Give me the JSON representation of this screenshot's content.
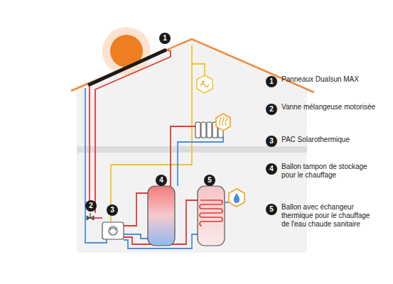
{
  "diagram": {
    "nodes": [
      {
        "text": [
          "1"
        ]
      },
      {
        "text": [
          "2"
        ]
      },
      {
        "text": [
          "3"
        ]
      },
      {
        "text": [
          "4"
        ]
      },
      {
        "text": [
          "5"
        ]
      },
      {
        "text": [
          "1"
        ]
      },
      {
        "text": [
          "2"
        ]
      },
      {
        "text": [
          "3"
        ]
      },
      {
        "text": [
          "4"
        ]
      },
      {
        "text": [
          "5"
        ]
      }
    ],
    "labels": [
      "Panneaux Dualsun MAX",
      "Vanne mélangeuse motorisée",
      "PAC Solarothermique",
      "Ballon tampon de stockage pour le chauffage",
      "Ballon avec échangeur thermique pour le chauffage de l'eau chaude sanitaire"
    ]
  }
}
